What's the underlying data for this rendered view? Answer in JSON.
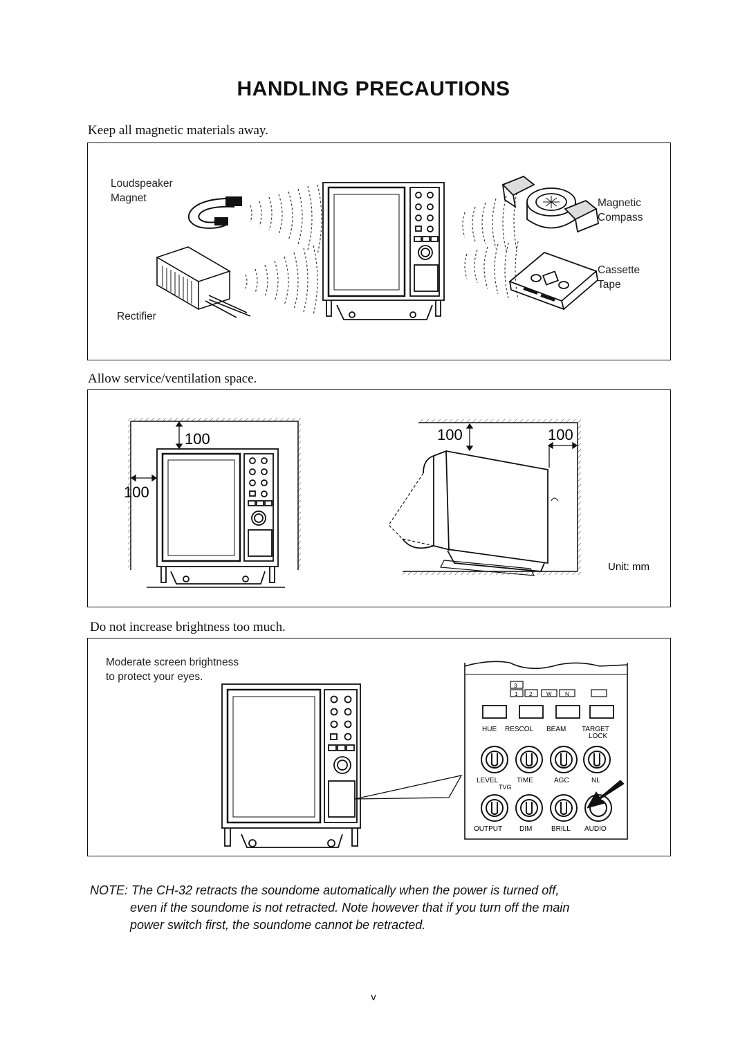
{
  "title": "HANDLING PRECAUTIONS",
  "sections": {
    "magnetic": {
      "heading": "Keep all magnetic materials away.",
      "labels": {
        "loudspeaker_line1": "Loudspeaker",
        "loudspeaker_line2": "Magnet",
        "rectifier": "Rectifier",
        "compass_line1": "Magnetic",
        "compass_line2": "Compass",
        "cassette_line1": "Cassette",
        "cassette_line2": "Tape"
      }
    },
    "ventilation": {
      "heading": "Allow service/ventilation space.",
      "dims": {
        "top": "100",
        "left": "100",
        "side_top": "100",
        "side_right": "100"
      },
      "unit": "Unit: mm"
    },
    "brightness": {
      "heading": "Do not increase brightness too much.",
      "caption_line1": "Moderate screen brightness",
      "caption_line2": "to protect your eyes.",
      "panel": {
        "switch_labels": [
          "1",
          "2",
          "W",
          "N"
        ],
        "switch_top": "3",
        "knob_row1_labels": [
          "HUE",
          "RESCOL",
          "BEAM",
          "TARGET"
        ],
        "knob_row1_sub": "LOCK",
        "knob_row2_labels": [
          "LEVEL",
          "TIME",
          "AGC",
          "NL"
        ],
        "tvg": "TVG",
        "knob_row3_labels": [
          "OUTPUT",
          "DIM",
          "BRILL",
          "AUDIO"
        ]
      }
    }
  },
  "note": {
    "line1": "NOTE: The CH-32 retracts the soundome automatically when the power is turned off,",
    "line2": "even if the soundome is not retracted. Note however that if you turn off the main",
    "line3": "power switch first, the soundome cannot be retracted."
  },
  "page_number": "v"
}
